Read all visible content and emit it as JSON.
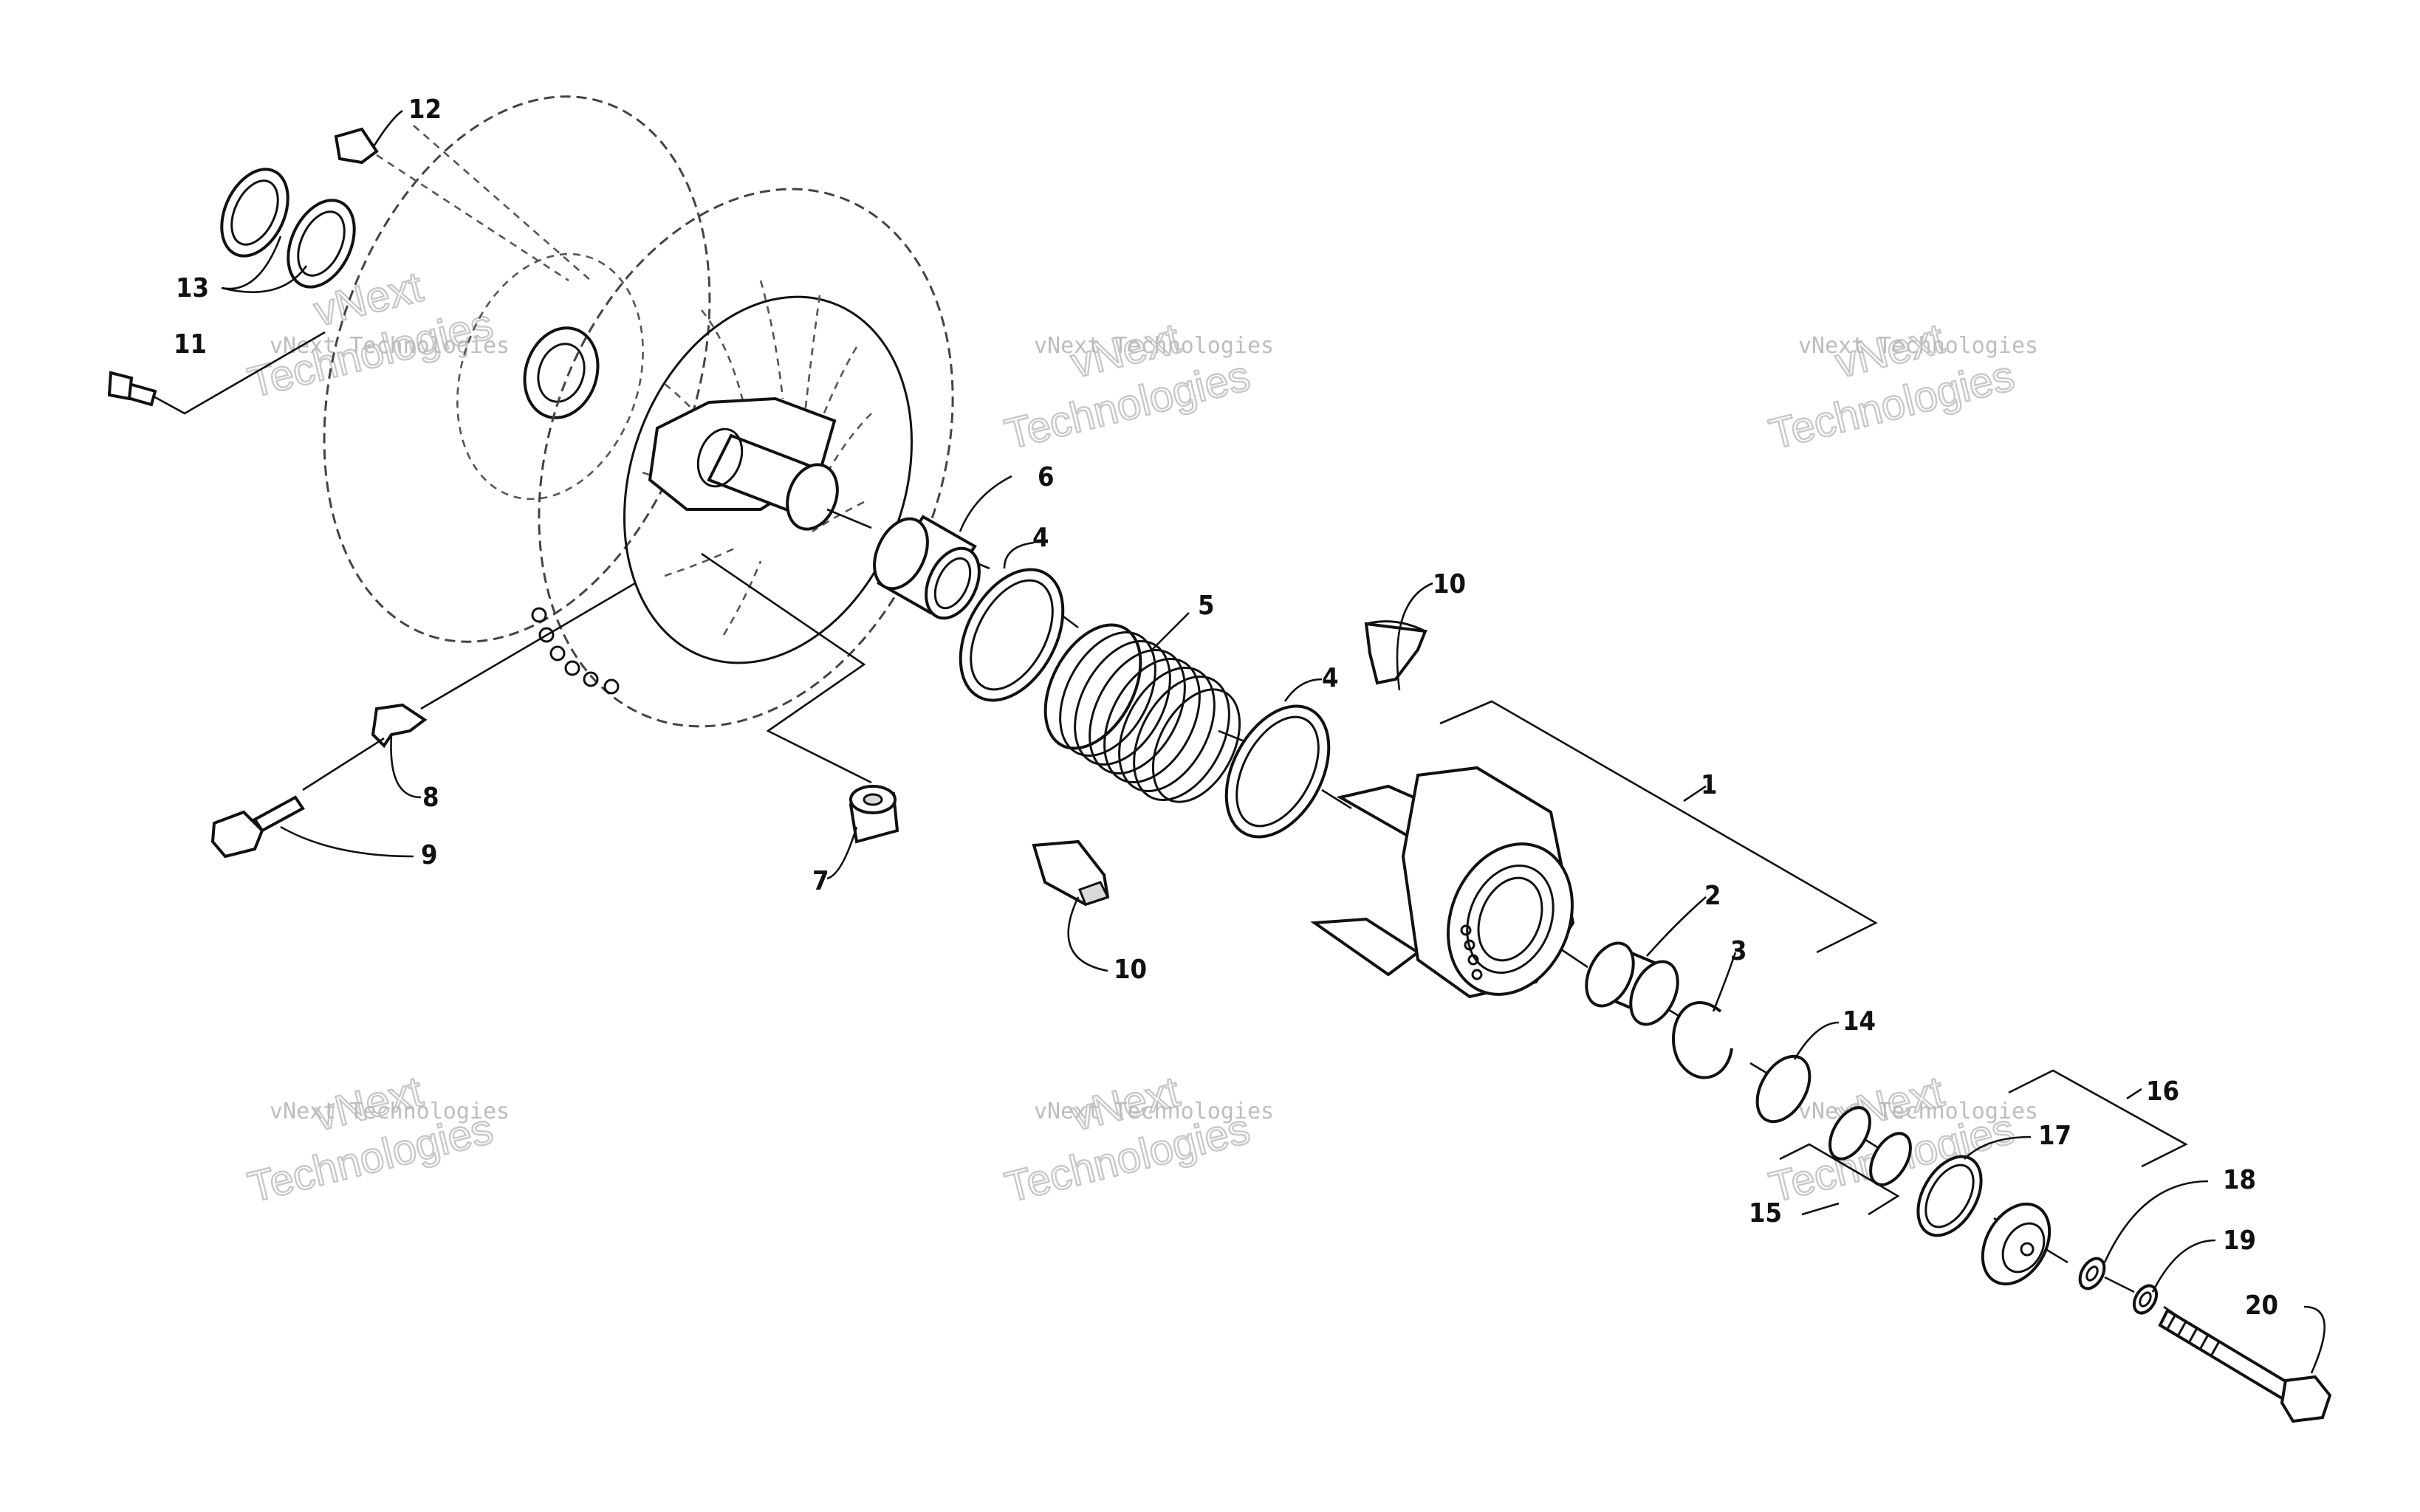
{
  "diagram": {
    "callouts": [
      "1",
      "2",
      "3",
      "4",
      "5",
      "6",
      "7",
      "8",
      "9",
      "10",
      "11",
      "12",
      "13",
      "14",
      "15",
      "16",
      "17",
      "18",
      "19",
      "20"
    ],
    "label_4b": "4",
    "label_10b": "10"
  },
  "watermark": {
    "line1": "vNext Technologies",
    "line2_a": "vNext",
    "line2_b": "Technologies"
  }
}
